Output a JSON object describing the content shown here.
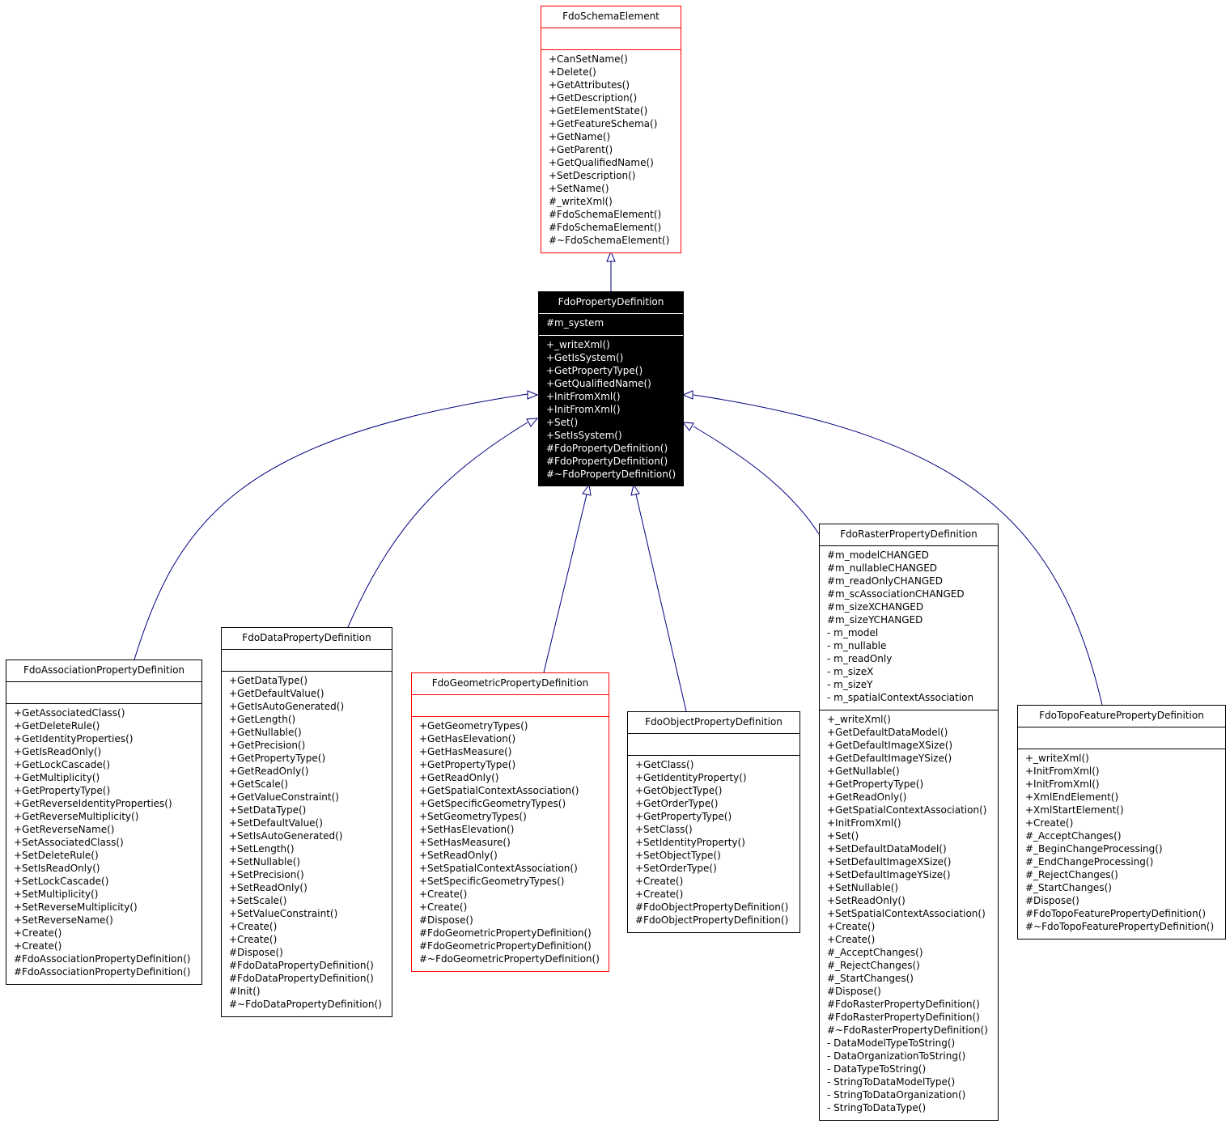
{
  "colors": {
    "edge": "#000080",
    "normal_border": "#000000",
    "red_border": "#ff0000",
    "focus_bg": "#000000",
    "focus_text": "#ffffff"
  },
  "classes": {
    "schema": {
      "name": "FdoSchemaElement",
      "attributes": [],
      "methods": [
        "+CanSetName()",
        "+Delete()",
        "+GetAttributes()",
        "+GetDescription()",
        "+GetElementState()",
        "+GetFeatureSchema()",
        "+GetName()",
        "+GetParent()",
        "+GetQualifiedName()",
        "+SetDescription()",
        "+SetName()",
        "#_writeXml()",
        "#FdoSchemaElement()",
        "#FdoSchemaElement()",
        "#~FdoSchemaElement()"
      ]
    },
    "property": {
      "name": "FdoPropertyDefinition",
      "attributes": [
        "#m_system"
      ],
      "methods": [
        "+_writeXml()",
        "+GetIsSystem()",
        "+GetPropertyType()",
        "+GetQualifiedName()",
        "+InitFromXml()",
        "+InitFromXml()",
        "+Set()",
        "+SetIsSystem()",
        "#FdoPropertyDefinition()",
        "#FdoPropertyDefinition()",
        "#~FdoPropertyDefinition()"
      ]
    },
    "association": {
      "name": "FdoAssociationPropertyDefinition",
      "attributes": [],
      "methods": [
        "+GetAssociatedClass()",
        "+GetDeleteRule()",
        "+GetIdentityProperties()",
        "+GetIsReadOnly()",
        "+GetLockCascade()",
        "+GetMultiplicity()",
        "+GetPropertyType()",
        "+GetReverseIdentityProperties()",
        "+GetReverseMultiplicity()",
        "+GetReverseName()",
        "+SetAssociatedClass()",
        "+SetDeleteRule()",
        "+SetIsReadOnly()",
        "+SetLockCascade()",
        "+SetMultiplicity()",
        "+SetReverseMultiplicity()",
        "+SetReverseName()",
        "+Create()",
        "+Create()",
        "#FdoAssociationPropertyDefinition()",
        "#FdoAssociationPropertyDefinition()"
      ]
    },
    "data": {
      "name": "FdoDataPropertyDefinition",
      "attributes": [],
      "methods": [
        "+GetDataType()",
        "+GetDefaultValue()",
        "+GetIsAutoGenerated()",
        "+GetLength()",
        "+GetNullable()",
        "+GetPrecision()",
        "+GetPropertyType()",
        "+GetReadOnly()",
        "+GetScale()",
        "+GetValueConstraint()",
        "+SetDataType()",
        "+SetDefaultValue()",
        "+SetIsAutoGenerated()",
        "+SetLength()",
        "+SetNullable()",
        "+SetPrecision()",
        "+SetReadOnly()",
        "+SetScale()",
        "+SetValueConstraint()",
        "+Create()",
        "+Create()",
        "#Dispose()",
        "#FdoDataPropertyDefinition()",
        "#FdoDataPropertyDefinition()",
        "#Init()",
        "#~FdoDataPropertyDefinition()"
      ]
    },
    "geometric": {
      "name": "FdoGeometricPropertyDefinition",
      "attributes": [],
      "methods": [
        "+GetGeometryTypes()",
        "+GetHasElevation()",
        "+GetHasMeasure()",
        "+GetPropertyType()",
        "+GetReadOnly()",
        "+GetSpatialContextAssociation()",
        "+GetSpecificGeometryTypes()",
        "+SetGeometryTypes()",
        "+SetHasElevation()",
        "+SetHasMeasure()",
        "+SetReadOnly()",
        "+SetSpatialContextAssociation()",
        "+SetSpecificGeometryTypes()",
        "+Create()",
        "+Create()",
        "#Dispose()",
        "#FdoGeometricPropertyDefinition()",
        "#FdoGeometricPropertyDefinition()",
        "#~FdoGeometricPropertyDefinition()"
      ]
    },
    "object": {
      "name": "FdoObjectPropertyDefinition",
      "attributes": [],
      "methods": [
        "+GetClass()",
        "+GetIdentityProperty()",
        "+GetObjectType()",
        "+GetOrderType()",
        "+GetPropertyType()",
        "+SetClass()",
        "+SetIdentityProperty()",
        "+SetObjectType()",
        "+SetOrderType()",
        "+Create()",
        "+Create()",
        "#FdoObjectPropertyDefinition()",
        "#FdoObjectPropertyDefinition()"
      ]
    },
    "raster": {
      "name": "FdoRasterPropertyDefinition",
      "attributes": [
        "#m_modelCHANGED",
        "#m_nullableCHANGED",
        "#m_readOnlyCHANGED",
        "#m_scAssociationCHANGED",
        "#m_sizeXCHANGED",
        "#m_sizeYCHANGED",
        "- m_model",
        "- m_nullable",
        "- m_readOnly",
        "- m_sizeX",
        "- m_sizeY",
        "- m_spatialContextAssociation"
      ],
      "methods": [
        "+_writeXml()",
        "+GetDefaultDataModel()",
        "+GetDefaultImageXSize()",
        "+GetDefaultImageYSize()",
        "+GetNullable()",
        "+GetPropertyType()",
        "+GetReadOnly()",
        "+GetSpatialContextAssociation()",
        "+InitFromXml()",
        "+Set()",
        "+SetDefaultDataModel()",
        "+SetDefaultImageXSize()",
        "+SetDefaultImageYSize()",
        "+SetNullable()",
        "+SetReadOnly()",
        "+SetSpatialContextAssociation()",
        "+Create()",
        "+Create()",
        "#_AcceptChanges()",
        "#_RejectChanges()",
        "#_StartChanges()",
        "#Dispose()",
        "#FdoRasterPropertyDefinition()",
        "#FdoRasterPropertyDefinition()",
        "#~FdoRasterPropertyDefinition()",
        "- DataModelTypeToString()",
        "- DataOrganizationToString()",
        "- DataTypeToString()",
        "- StringToDataModelType()",
        "- StringToDataOrganization()",
        "- StringToDataType()"
      ]
    },
    "topo": {
      "name": "FdoTopoFeaturePropertyDefinition",
      "attributes": [],
      "methods": [
        "+_writeXml()",
        "+InitFromXml()",
        "+InitFromXml()",
        "+XmlEndElement()",
        "+XmlStartElement()",
        "+Create()",
        "#_AcceptChanges()",
        "#_BeginChangeProcessing()",
        "#_EndChangeProcessing()",
        "#_RejectChanges()",
        "#_StartChanges()",
        "#Dispose()",
        "#FdoTopoFeaturePropertyDefinition()",
        "#~FdoTopoFeaturePropertyDefinition()"
      ]
    }
  }
}
